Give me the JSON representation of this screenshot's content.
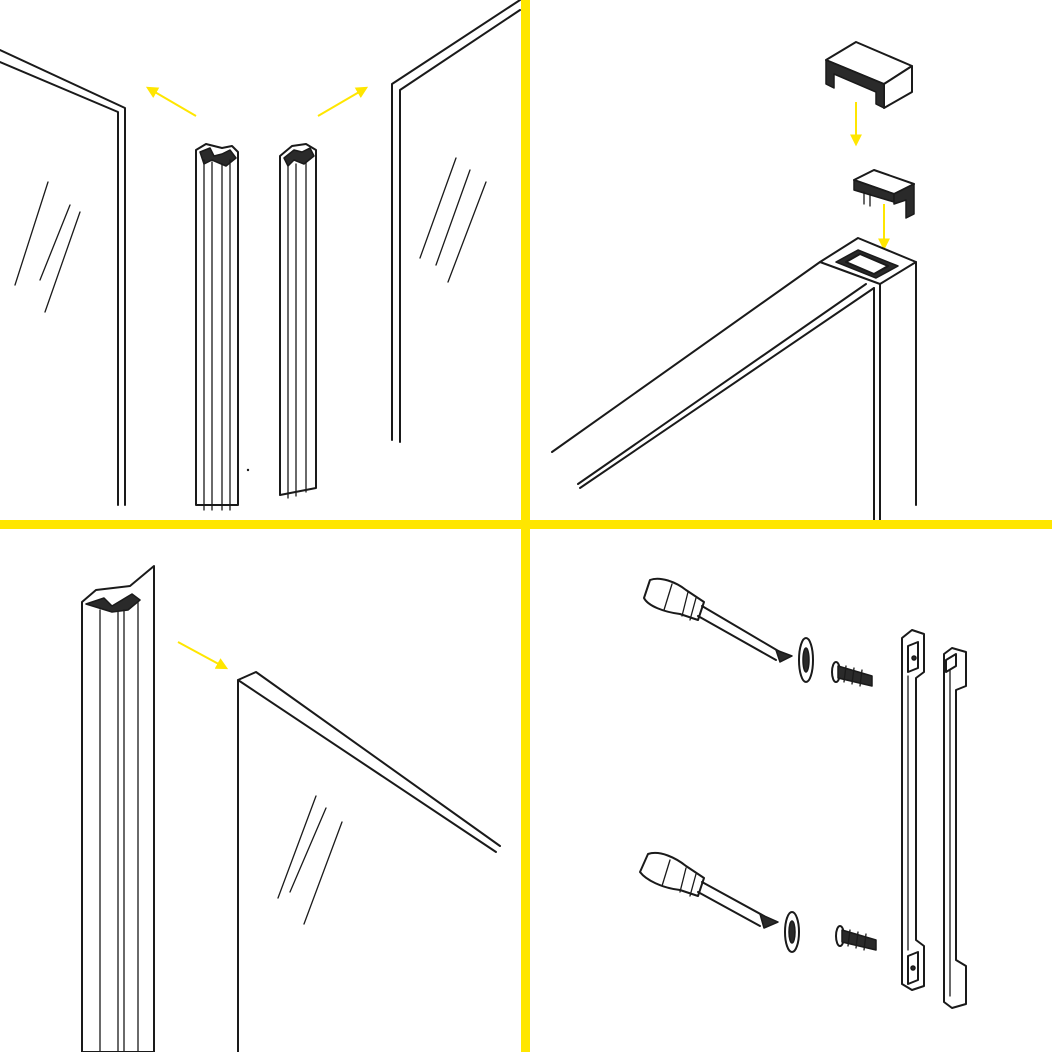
{
  "colors": {
    "divider": "#ffe600",
    "arrow": "#ffe600",
    "ink": "#1a1a1a",
    "background": "#ffffff"
  },
  "panels": [
    {
      "id": "step-1"
    },
    {
      "id": "step-2"
    },
    {
      "id": "step-3"
    },
    {
      "id": "step-4"
    }
  ],
  "icons": [
    "arrow-icon",
    "screwdriver-icon",
    "screw-icon",
    "washer-icon",
    "end-cap-icon"
  ]
}
